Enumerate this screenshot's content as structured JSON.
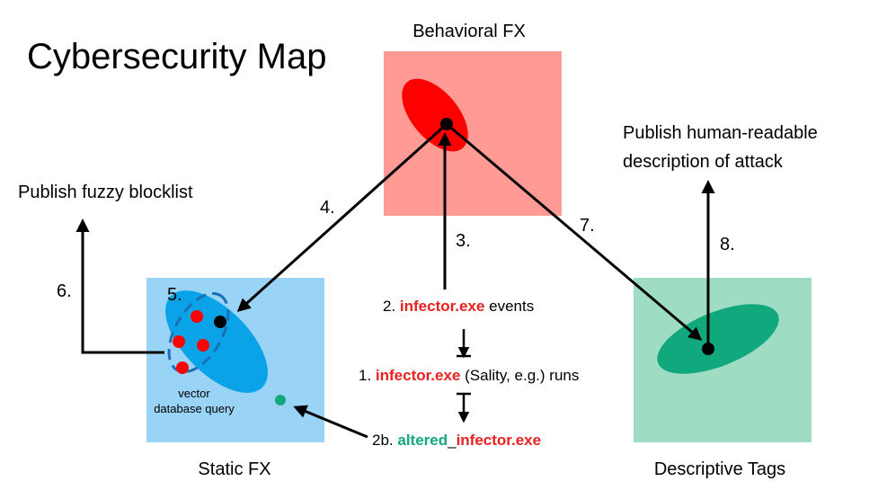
{
  "title": "Cybersecurity Map",
  "panels": {
    "behavioral": {
      "label": "Behavioral FX",
      "color": "#ff9a94"
    },
    "static": {
      "label": "Static FX",
      "color": "#99d3f5"
    },
    "tags": {
      "label": "Descriptive Tags",
      "color": "#9fdcc4"
    }
  },
  "clusters": {
    "behavioral": "#ff0000",
    "static": "#0aa3e8",
    "tags": "#12a87e"
  },
  "actions": {
    "publish_blocklist": "Publish fuzzy blocklist",
    "publish_description_line1": "Publish human-readable",
    "publish_description_line2": "description of attack"
  },
  "steps": {
    "s3": "3.",
    "s4": "4.",
    "s5": "5.",
    "s6": "6.",
    "s7": "7.",
    "s8": "8."
  },
  "query_label": {
    "line1": "vector",
    "line2": "database query"
  },
  "flow": {
    "events": {
      "prefix": "2. ",
      "exe": "infector.exe",
      "suffix": " events"
    },
    "runs": {
      "prefix": "1. ",
      "exe": "infector.exe",
      "suffix": " (Sality, e.g.) runs"
    },
    "altered": {
      "prefix": "2b. ",
      "altered": "altered",
      "sep": "_",
      "exe": "infector.exe"
    }
  },
  "colors": {
    "exe_red": "#e8201f",
    "altered_green": "#12a87e",
    "dashed_blue": "#1a6fb5"
  }
}
